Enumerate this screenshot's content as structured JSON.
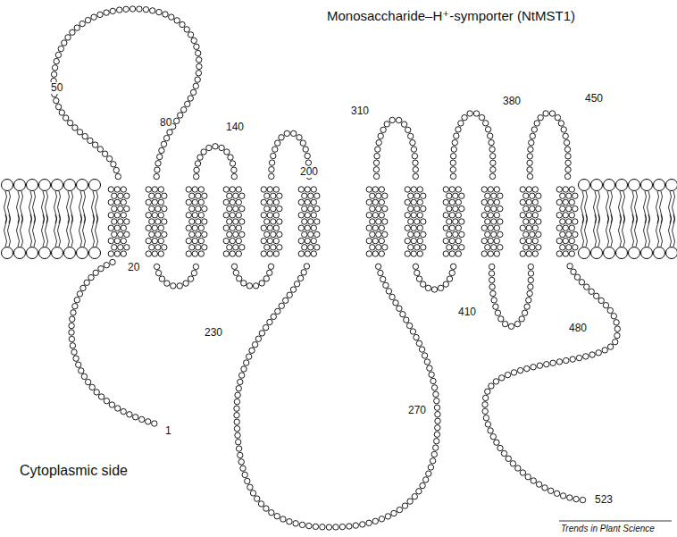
{
  "diagram": {
    "title": "Monosaccharide–H⁺-symporter (NtMST1)",
    "labels": [
      "50",
      "80",
      "140",
      "200",
      "20",
      "1",
      "230",
      "270",
      "310",
      "380",
      "450",
      "410",
      "480",
      "523",
      "Cytoplasmic side",
      "Trends in Plant Science"
    ]
  }
}
